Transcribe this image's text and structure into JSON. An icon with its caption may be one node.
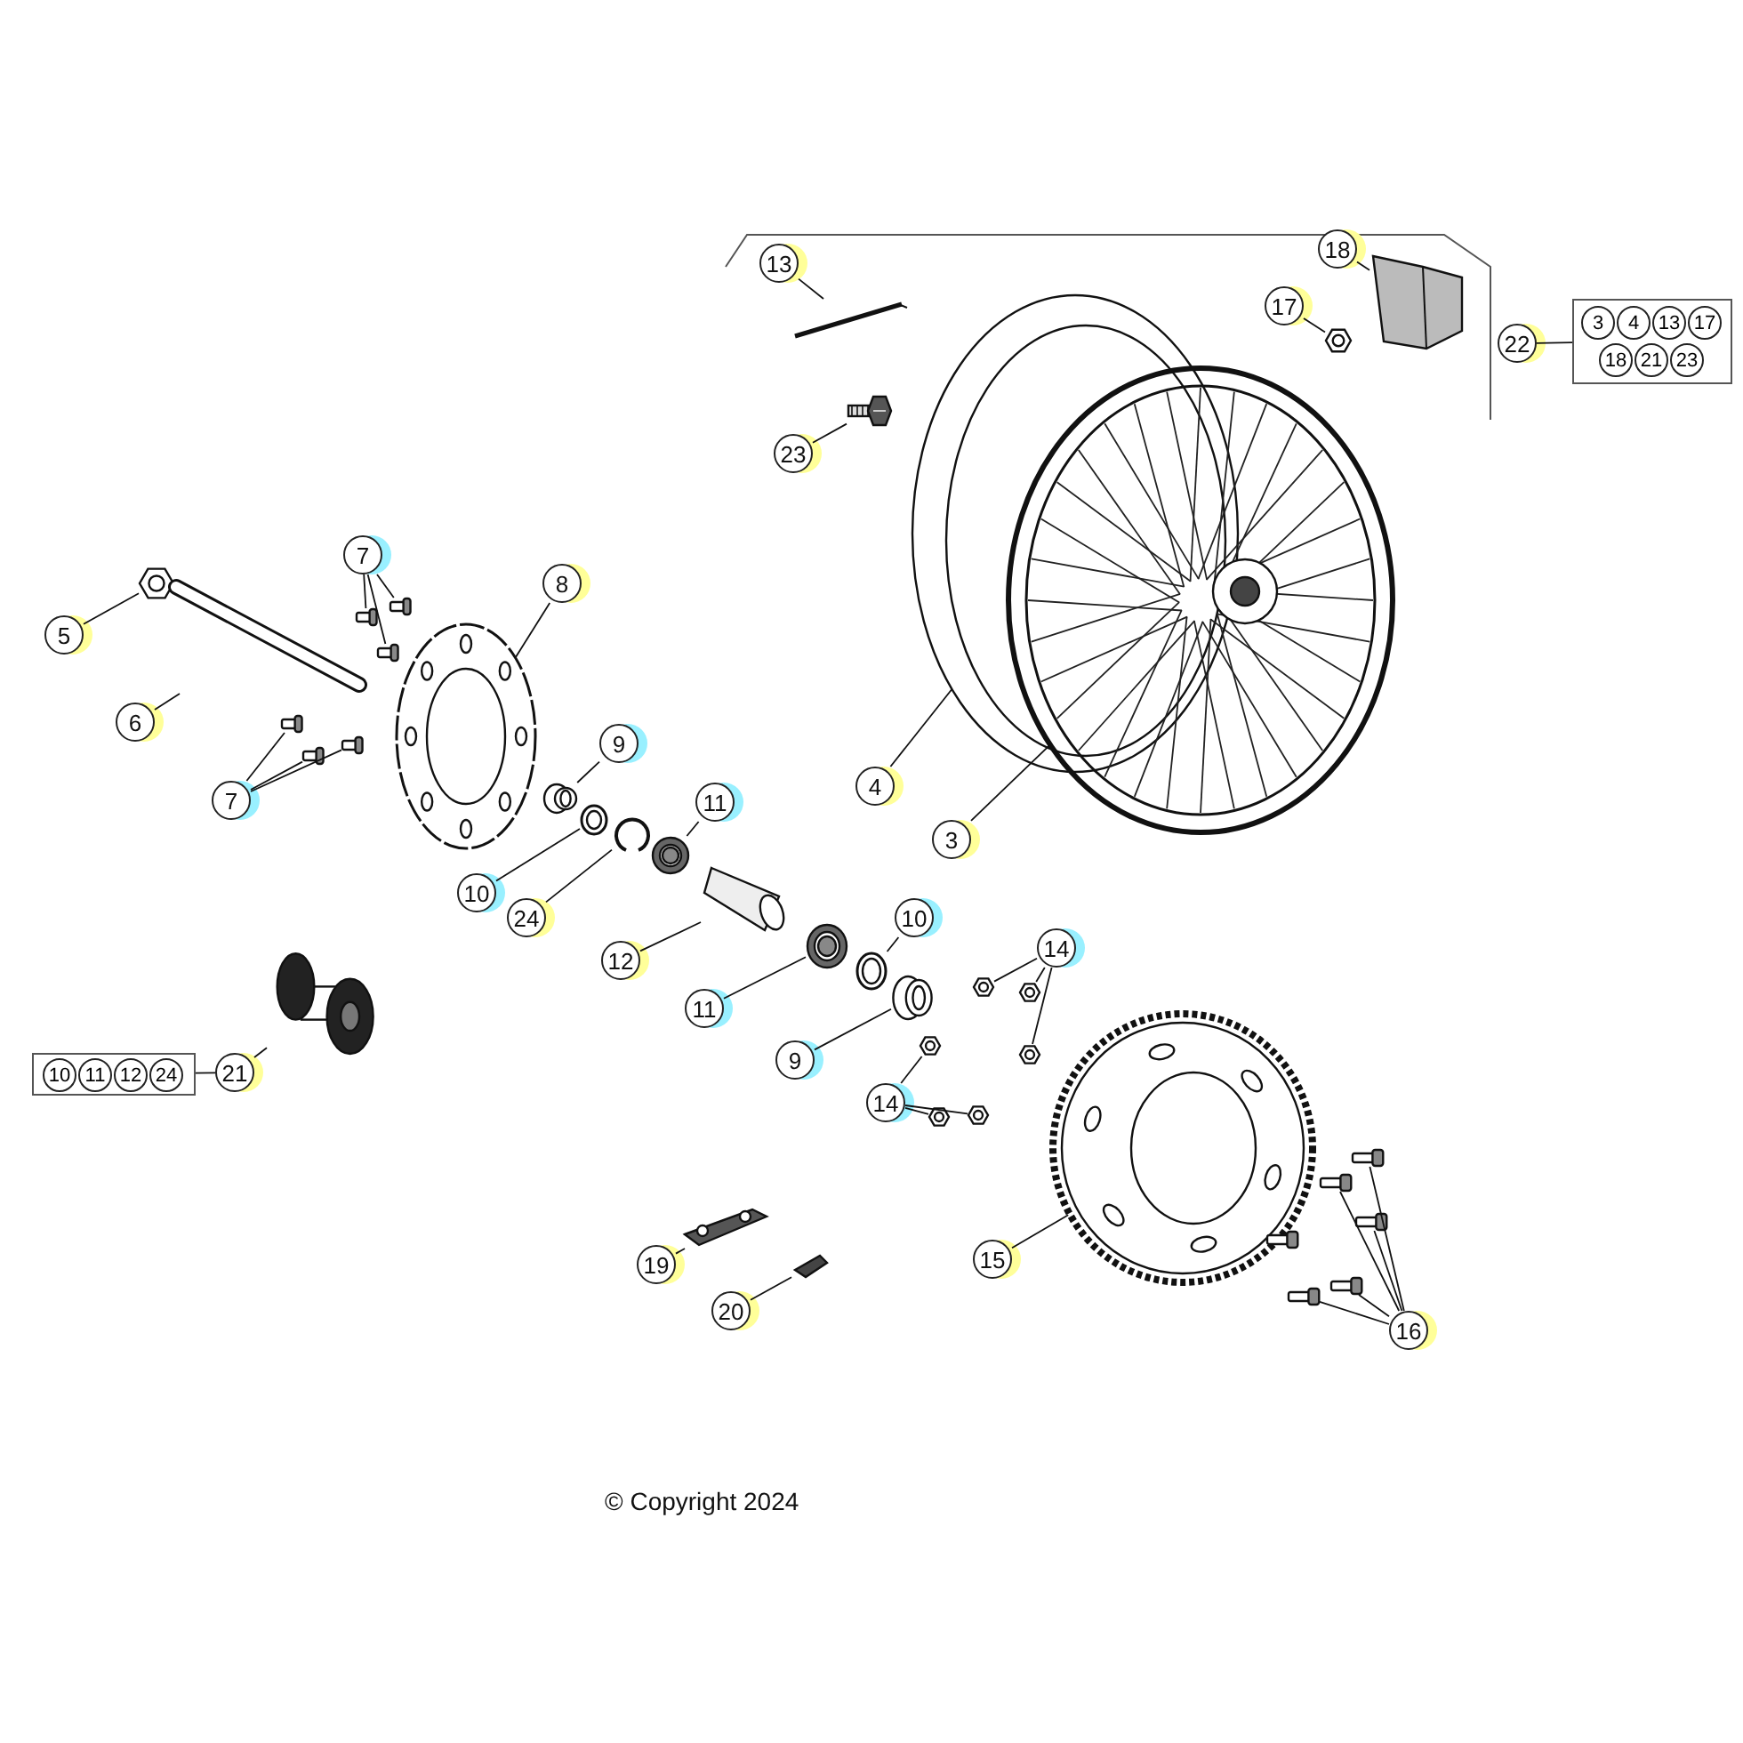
{
  "diagram": {
    "nodes": [
      {
        "text": [
          "13"
        ]
      },
      {
        "text": [
          "18"
        ]
      },
      {
        "text": [
          "17"
        ]
      },
      {
        "text": [
          "22"
        ]
      },
      {
        "text": [
          "3",
          "4",
          "13",
          "17",
          "18",
          "21",
          "23"
        ]
      },
      {
        "text": [
          "23"
        ]
      },
      {
        "text": [
          "8"
        ]
      },
      {
        "text": [
          "7"
        ]
      },
      {
        "text": [
          "5"
        ]
      },
      {
        "text": [
          "6"
        ]
      },
      {
        "text": [
          "4"
        ]
      },
      {
        "text": [
          "7"
        ]
      },
      {
        "text": [
          "9"
        ]
      },
      {
        "text": [
          "3"
        ]
      },
      {
        "text": [
          "11"
        ]
      },
      {
        "text": [
          "10"
        ]
      },
      {
        "text": [
          "24"
        ]
      },
      {
        "text": [
          "12"
        ]
      },
      {
        "text": [
          "10"
        ]
      },
      {
        "text": [
          "14"
        ]
      },
      {
        "text": [
          "11"
        ]
      },
      {
        "text": [
          "21"
        ]
      },
      {
        "text": [
          "10",
          "11",
          "12",
          "24"
        ]
      },
      {
        "text": [
          "9"
        ]
      },
      {
        "text": [
          "14"
        ]
      },
      {
        "text": [
          "15"
        ]
      },
      {
        "text": [
          "19"
        ]
      },
      {
        "text": [
          "16"
        ]
      },
      {
        "text": [
          "20"
        ]
      },
      {
        "text": [],
        "shape": "picture"
      },
      {
        "text": [],
        "shape": "picture"
      },
      {
        "text": [],
        "shape": "picture"
      },
      {
        "text": [],
        "shape": "picture"
      },
      {
        "text": [],
        "shape": "picture"
      },
      {
        "text": [],
        "shape": "picture"
      },
      {
        "text": [],
        "shape": "picture"
      },
      {
        "text": [],
        "shape": "picture"
      },
      {
        "text": [],
        "shape": "picture"
      },
      {
        "text": [],
        "shape": "picture"
      },
      {
        "text": [],
        "shape": "picture"
      },
      {
        "text": [],
        "shape": "picture"
      },
      {
        "text": [],
        "shape": "picture"
      },
      {
        "text": [],
        "shape": "picture"
      },
      {
        "text": [],
        "shape": "picture"
      },
      {
        "text": [],
        "shape": "picture"
      },
      {
        "text": [],
        "shape": "picture"
      },
      {
        "text": [],
        "shape": "picture"
      },
      {
        "text": [],
        "shape": "picture"
      },
      {
        "text": [],
        "shape": "picture"
      },
      {
        "text": [],
        "shape": "picture"
      },
      {
        "text": [],
        "shape": "picture"
      },
      {
        "text": [],
        "shape": "picture"
      },
      {
        "text": [],
        "shape": "picture"
      },
      {
        "text": [],
        "shape": "picture"
      },
      {
        "text": [],
        "shape": "picture"
      },
      {
        "text": [],
        "shape": "picture"
      },
      {
        "text": [],
        "shape": "picture"
      },
      {
        "text": [],
        "shape": "picture"
      },
      {
        "text": [],
        "shape": "picture"
      },
      {
        "text": [],
        "shape": "picture"
      },
      {
        "text": [],
        "shape": "picture"
      },
      {
        "text": [],
        "shape": "picture"
      },
      {
        "text": [],
        "shape": "picture"
      },
      {
        "text": [],
        "shape": "picture"
      },
      {
        "text": [],
        "shape": "picture"
      },
      {
        "text": [],
        "shape": "picture"
      },
      {
        "text": [],
        "shape": "picture"
      }
    ],
    "edges": [
      {
        "from": 0,
        "to": 29,
        "arrow": "none"
      },
      {
        "from": 1,
        "to": 30,
        "arrow": "none"
      },
      {
        "from": 2,
        "to": 31,
        "arrow": "none"
      },
      {
        "from": 3,
        "to": 4,
        "arrow": "none"
      },
      {
        "from": 5,
        "to": 32,
        "arrow": "none"
      },
      {
        "from": 6,
        "to": 35,
        "arrow": "none"
      },
      {
        "from": 7,
        "to": 36,
        "arrow": "none"
      },
      {
        "from": 7,
        "to": 37,
        "arrow": "none"
      },
      {
        "from": 7,
        "to": 38,
        "arrow": "none"
      },
      {
        "from": 8,
        "to": 39,
        "arrow": "none"
      },
      {
        "from": 9,
        "to": 40,
        "arrow": "none"
      },
      {
        "from": 10,
        "to": 33,
        "arrow": "none"
      },
      {
        "from": 11,
        "to": 41,
        "arrow": "none"
      },
      {
        "from": 11,
        "to": 42,
        "arrow": "none"
      },
      {
        "from": 11,
        "to": 43,
        "arrow": "none"
      },
      {
        "from": 12,
        "to": 44,
        "arrow": "none"
      },
      {
        "from": 13,
        "to": 34,
        "arrow": "none"
      },
      {
        "from": 14,
        "to": 45,
        "arrow": "none"
      },
      {
        "from": 15,
        "to": 46,
        "arrow": "none"
      },
      {
        "from": 16,
        "to": 47,
        "arrow": "none"
      },
      {
        "from": 17,
        "to": 48,
        "arrow": "none"
      },
      {
        "from": 18,
        "to": 49,
        "arrow": "none"
      },
      {
        "from": 19,
        "to": 50,
        "arrow": "none"
      },
      {
        "from": 19,
        "to": 51,
        "arrow": "none"
      },
      {
        "from": 19,
        "to": 52,
        "arrow": "none"
      },
      {
        "from": 20,
        "to": 53,
        "arrow": "none"
      },
      {
        "from": 21,
        "to": 54,
        "arrow": "none"
      },
      {
        "from": 22,
        "to": 21,
        "arrow": "none"
      },
      {
        "from": 23,
        "to": 55,
        "arrow": "none"
      },
      {
        "from": 24,
        "to": 56,
        "arrow": "none"
      },
      {
        "from": 24,
        "to": 57,
        "arrow": "none"
      },
      {
        "from": 24,
        "to": 58,
        "arrow": "none"
      },
      {
        "from": 25,
        "to": 59,
        "arrow": "none"
      },
      {
        "from": 26,
        "to": 60,
        "arrow": "none"
      },
      {
        "from": 27,
        "to": 61,
        "arrow": "none"
      },
      {
        "from": 27,
        "to": 62,
        "arrow": "none"
      },
      {
        "from": 27,
        "to": 63,
        "arrow": "none"
      },
      {
        "from": 27,
        "to": 64,
        "arrow": "none"
      },
      {
        "from": 27,
        "to": 65,
        "arrow": "none"
      },
      {
        "from": 28,
        "to": 66,
        "arrow": "none"
      }
    ],
    "labels": [
      "© Copyright 2024"
    ]
  }
}
